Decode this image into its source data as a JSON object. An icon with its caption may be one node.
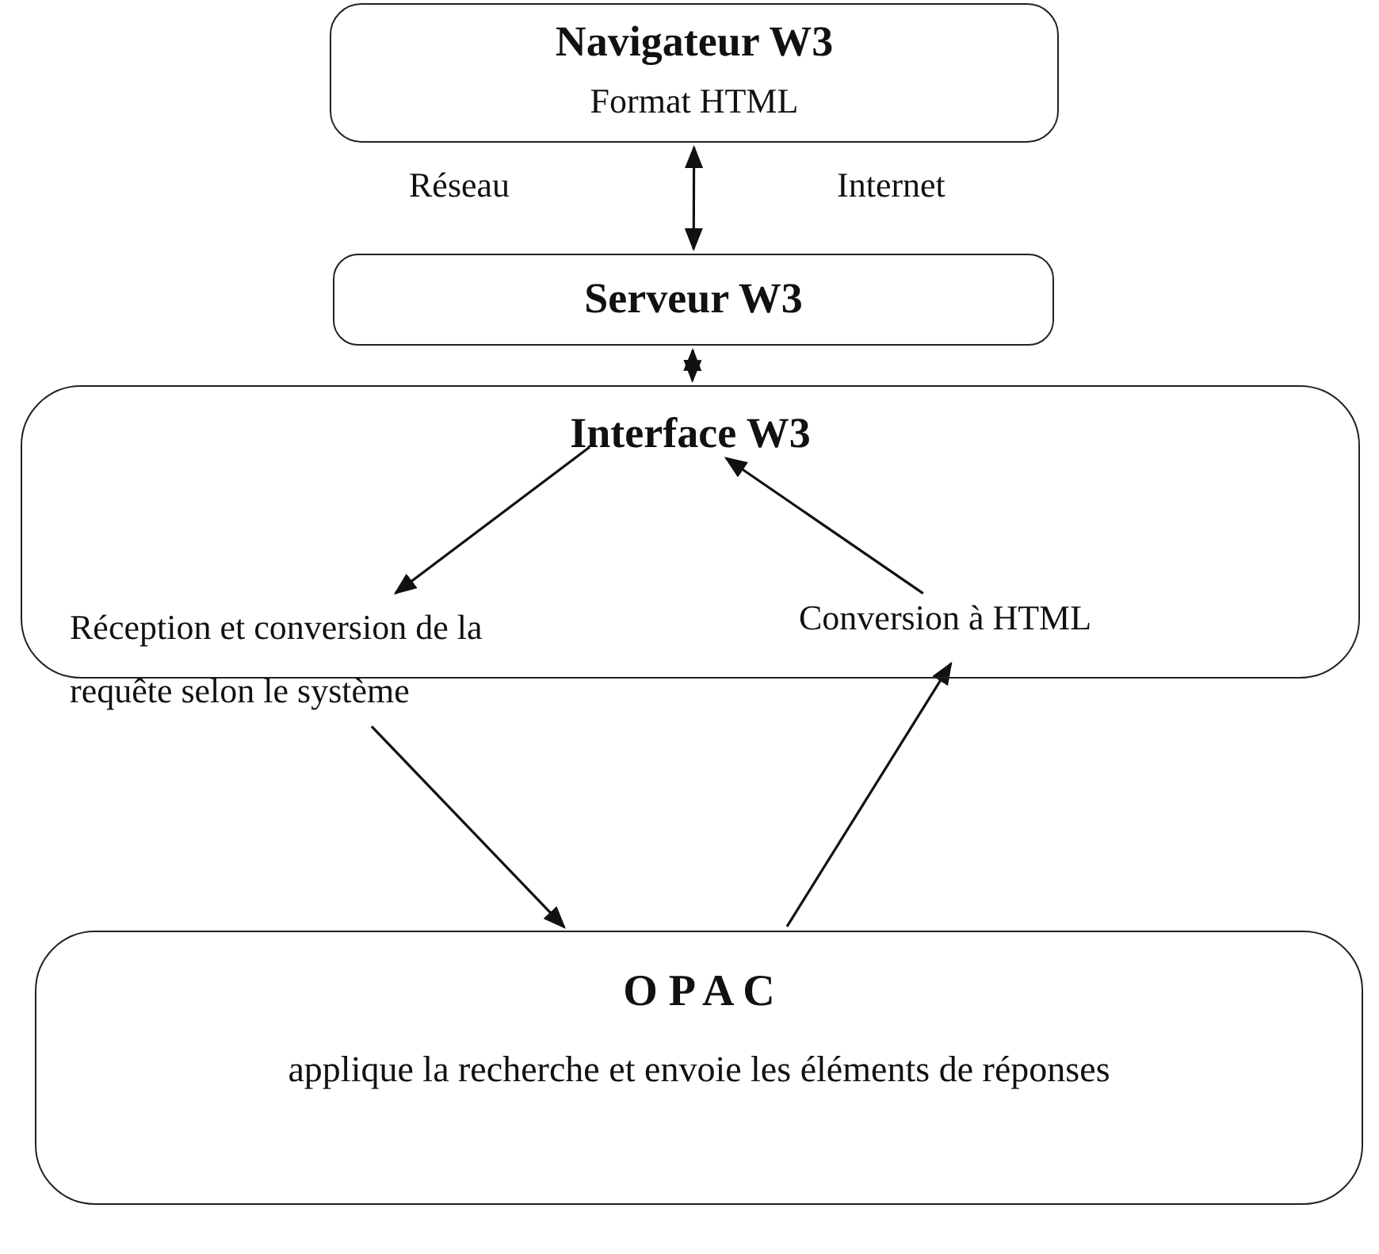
{
  "diagram": {
    "nodes": [
      {
        "text": [
          "Navigateur W3",
          "Format HTML"
        ]
      },
      {
        "text": [
          "Serveur W3"
        ]
      },
      {
        "text": [
          "Interface W3"
        ]
      },
      {
        "text": [
          "Réception et conversion de la requête selon le système"
        ],
        "in": 2
      },
      {
        "text": [
          "Conversion à HTML"
        ],
        "in": 2
      },
      {
        "text": [
          "O P A C",
          "applique la recherche et envoie les éléments de réponses"
        ]
      }
    ],
    "edges": [
      {
        "from": 0,
        "to": 1,
        "arrow": "both"
      },
      {
        "from": 1,
        "to": 2,
        "arrow": "both"
      },
      {
        "from": null,
        "to": 3,
        "arrow": "to"
      },
      {
        "from": 4,
        "to": 2,
        "arrow": "to"
      },
      {
        "from": 3,
        "to": 5,
        "arrow": "to"
      },
      {
        "from": 5,
        "to": 4,
        "arrow": "to"
      }
    ],
    "labels": [
      "Réseau",
      "Internet"
    ]
  }
}
